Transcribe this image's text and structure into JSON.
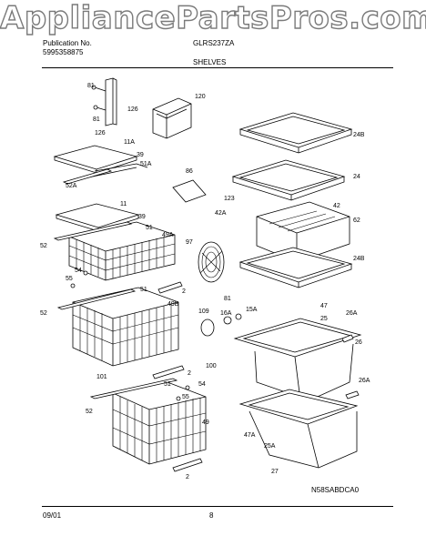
{
  "watermark": "AppliancePartsPros.com",
  "header": {
    "publication_label": "Publication No.",
    "publication_number": "5995358875",
    "model": "GLRS237ZA",
    "section": "SHELVES"
  },
  "footer": {
    "date": "09/01",
    "page": "8",
    "drawing_code": "N58SABDCA0"
  },
  "callouts": [
    "81",
    "126",
    "81",
    "126",
    "120",
    "24B",
    "11A",
    "39",
    "51A",
    "52A",
    "86",
    "24",
    "123",
    "42",
    "11",
    "39",
    "42A",
    "62",
    "51",
    "49A",
    "52",
    "97",
    "24B",
    "54",
    "55",
    "51",
    "2",
    "81",
    "47",
    "25",
    "52",
    "49B",
    "109",
    "16A",
    "15A",
    "26A",
    "26",
    "2",
    "100",
    "101",
    "51",
    "54",
    "55",
    "26A",
    "52",
    "49",
    "47A",
    "25A",
    "27",
    "2"
  ]
}
